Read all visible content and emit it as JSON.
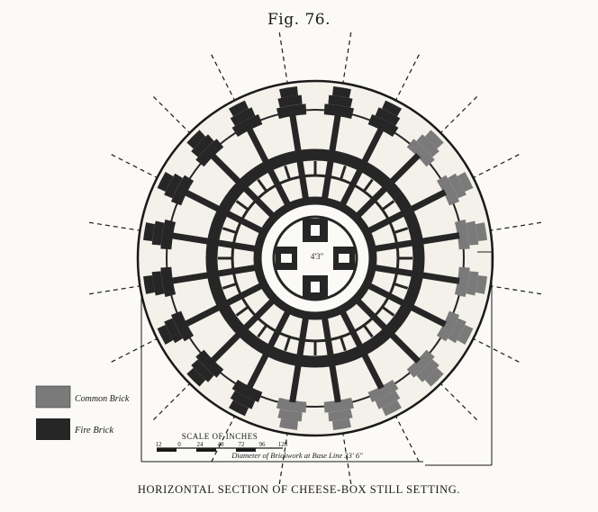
{
  "figure_label": "Fig. 76.",
  "caption": "HORIZONTAL SECTION OF CHEESE-BOX STILL SETTING.",
  "legend": [
    {
      "label": "Common Brick",
      "color": "#7a7a7a"
    },
    {
      "label": "Fire Brick",
      "color": "#262626"
    }
  ],
  "scale": {
    "title": "SCALE OF INCHES",
    "ticks": [
      "12",
      "0",
      "24",
      "48",
      "72",
      "96",
      "120"
    ]
  },
  "dimension_label": "Diameter of Brickwork at Base Line 33' 6\"",
  "center_label": "4'3\"",
  "colors": {
    "fire_brick": "#262626",
    "common_brick": "#7a7a7a",
    "ink": "#1a1a1a",
    "paper": "#fbfaf7"
  }
}
